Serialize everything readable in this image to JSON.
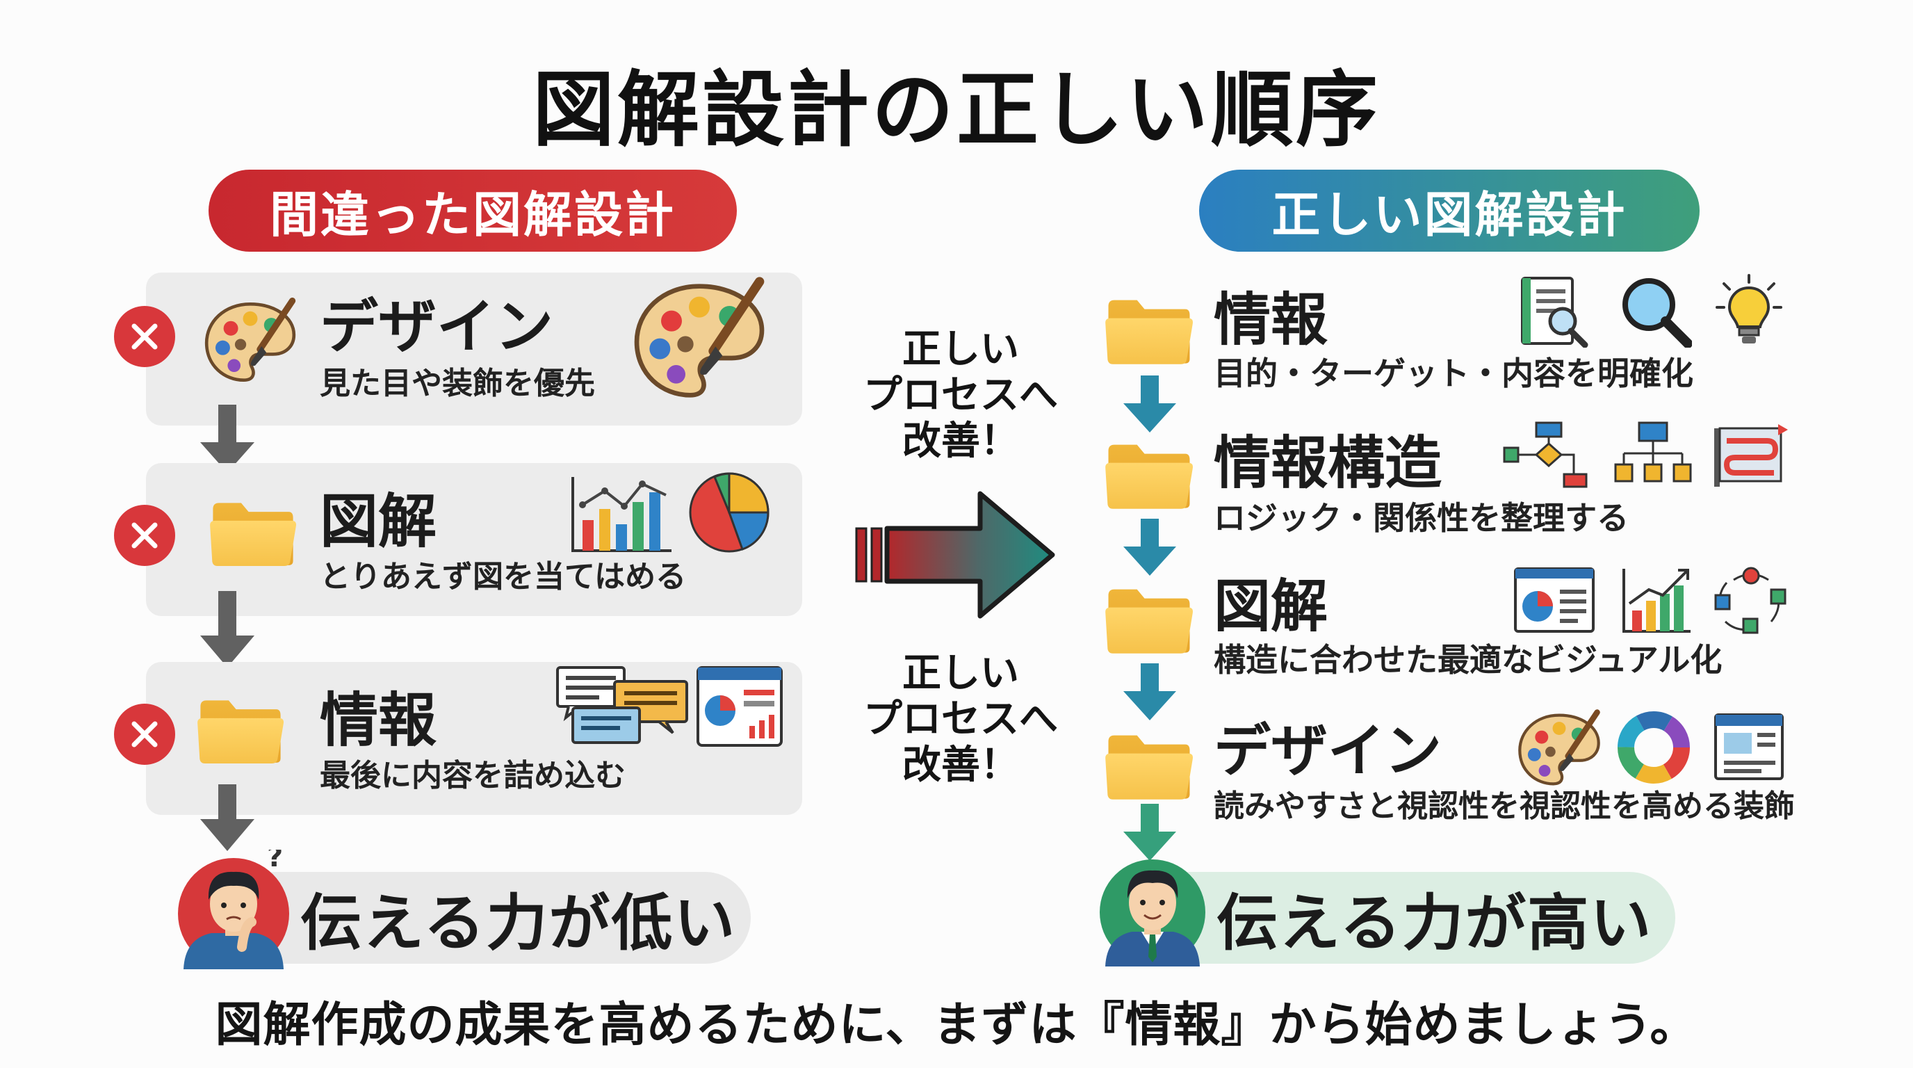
{
  "title": "図解設計の正しい順序",
  "wrong": {
    "header": "間違った図解設計",
    "steps": [
      {
        "title": "デザイン",
        "subtitle": "見た目や装飾を優先"
      },
      {
        "title": "図解",
        "subtitle": "とりあえず図を当てはめる"
      },
      {
        "title": "情報",
        "subtitle": "最後に内容を詰め込む"
      }
    ],
    "outcome": "伝える力が低い"
  },
  "middle": {
    "top_text": "正しい\nプロセスへ\n改善！",
    "bottom_text": "正しい\nプロセスへ\n改善！"
  },
  "right": {
    "header": "正しい図解設計",
    "steps": [
      {
        "title": "情報",
        "subtitle": "目的・ターゲット・内容を明確化"
      },
      {
        "title": "情報構造",
        "subtitle": "ロジック・関係性を整理する"
      },
      {
        "title": "図解",
        "subtitle": "構造に合わせた最適なビジュアル化"
      },
      {
        "title": "デザイン",
        "subtitle": "読みやすさと視認性を視認性を高める装飾"
      }
    ],
    "outcome": "伝える力が高い"
  },
  "footer": "図解作成の成果を高めるために、まずは『情報』から始めましょう。",
  "colors": {
    "wrong_red": "#d8373b",
    "right_blue": "#2b7fc1",
    "right_green": "#3f9f7b",
    "arrow_teal": "#2a8aa8",
    "folder_yellow": "#f5c44a"
  }
}
